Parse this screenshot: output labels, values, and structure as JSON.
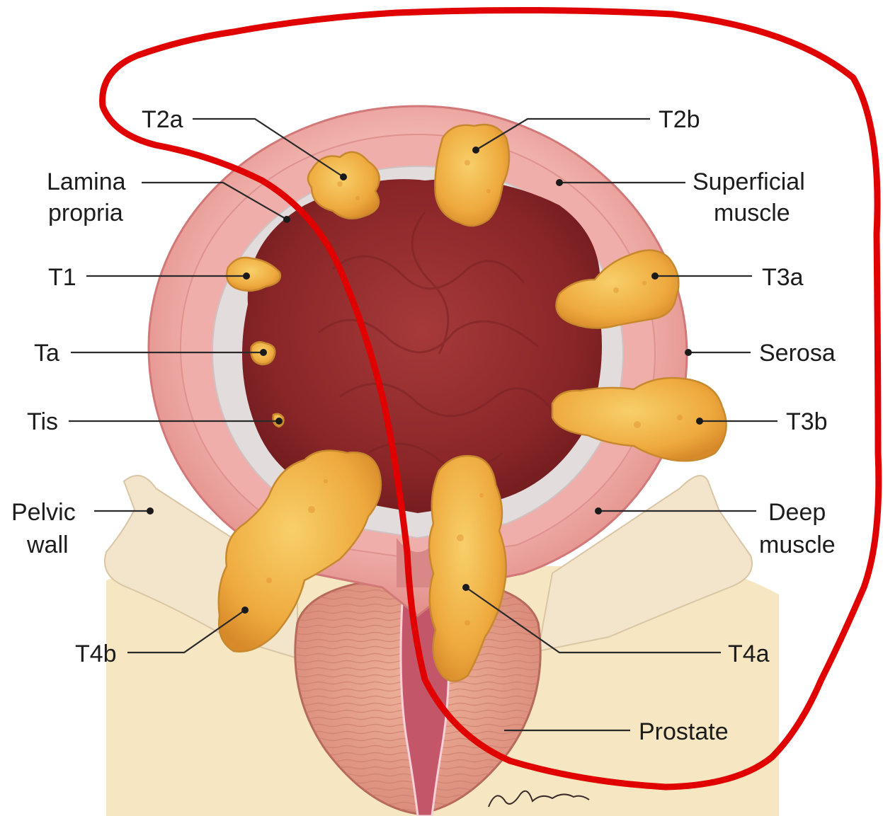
{
  "labels": {
    "t2a": "T2a",
    "t2b": "T2b",
    "lamina_line1": "Lamina",
    "lamina_line2": "propria",
    "superficial_line1": "Superficial",
    "superficial_line2": "muscle",
    "t1": "T1",
    "t3a": "T3a",
    "ta": "Ta",
    "serosa": "Serosa",
    "tis": "Tis",
    "t3b": "T3b",
    "pelvic_line1": "Pelvic",
    "pelvic_line2": "wall",
    "deep_line1": "Deep",
    "deep_line2": "muscle",
    "t4b": "T4b",
    "t4a": "T4a",
    "prostate": "Prostate"
  },
  "colors": {
    "annotation_outline": "#e00000",
    "tumor": "#f2b447",
    "lumen": "#8e2a2c",
    "muscle_wall": "#e9a0a0",
    "bone": "#f3e4cc",
    "background": "#f6e7c2"
  }
}
